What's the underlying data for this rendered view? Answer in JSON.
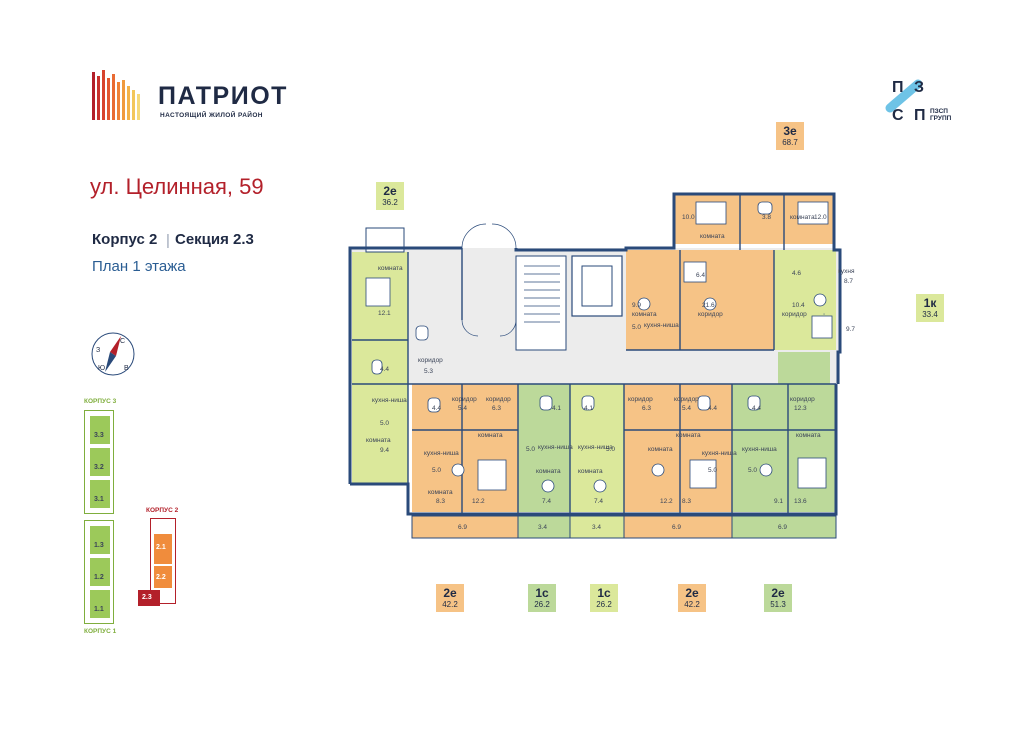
{
  "brand": {
    "name": "ПАТРИОТ",
    "slogan": "НАСТОЯЩИЙ ЖИЛОЙ РАЙОН"
  },
  "developer": {
    "logo_letters": [
      "П",
      "З",
      "С",
      "П"
    ],
    "name_line1": "ПЗСП",
    "name_line2": "ГРУПП"
  },
  "address": "ул. Целинная, 59",
  "building": "Корпус 2",
  "separator": "|",
  "section": "Секция 2.3",
  "floor_plan": "План 1 этажа",
  "compass": {
    "n": "С",
    "s": "Ю",
    "w": "З",
    "e": "В"
  },
  "colors": {
    "orange": "#f6c386",
    "green": "#bcd99a",
    "lime": "#dbe89b",
    "wall": "#2a4a7a",
    "accent_red": "#b3202a"
  },
  "key_map": {
    "korpus3": "КОРПУС 3",
    "korpus2": "КОРПУС 2",
    "korpus1": "КОРПУС 1",
    "k3_sections": [
      "3.3",
      "3.2",
      "3.1"
    ],
    "k1_sections": [
      "1.3",
      "1.2",
      "1.1"
    ],
    "k2_sections": [
      "2.1",
      "2.2"
    ],
    "current": "2.3"
  },
  "apartments": [
    {
      "id": "a1",
      "type": "2е",
      "area": "36.2",
      "color": "lime"
    },
    {
      "id": "a2",
      "type": "3е",
      "area": "68.7",
      "color": "orange"
    },
    {
      "id": "a3",
      "type": "1к",
      "area": "33.4",
      "color": "lime"
    },
    {
      "id": "a4",
      "type": "2е",
      "area": "42.2",
      "color": "orange"
    },
    {
      "id": "a5",
      "type": "1с",
      "area": "26.2",
      "color": "green"
    },
    {
      "id": "a6",
      "type": "1с",
      "area": "26.2",
      "color": "lime"
    },
    {
      "id": "a7",
      "type": "2е",
      "area": "42.2",
      "color": "orange"
    },
    {
      "id": "a8",
      "type": "2е",
      "area": "51.3",
      "color": "green"
    }
  ],
  "room_words": {
    "room": "комната",
    "corridor": "коридор",
    "kitchen": "кухня",
    "kitchen_niche": "кухня-ниша"
  },
  "room_values": {
    "r1": "12.1",
    "r2": "4.4",
    "r3": "5.0",
    "r4": "9.4",
    "r5": "5.3",
    "r6": "10.0",
    "r7": "3.8",
    "r8": "12.0",
    "r9": "6.4",
    "r10": "4.6",
    "r11": "8.7",
    "r12": "9.9",
    "r13": "5.0",
    "r14": "21.6",
    "r15": "10.4",
    "r16": "9.7",
    "r17": "4.4",
    "r18": "5.4",
    "r19": "6.3",
    "r20": "4.1",
    "r21": "4.1",
    "r22": "6.3",
    "r23": "5.4",
    "r24": "4.4",
    "r25": "4.4",
    "r26": "12.3",
    "r27": "5.0",
    "r28": "8.3",
    "r29": "12.2",
    "r30": "5.0",
    "r31": "7.4",
    "r32": "5.0",
    "r33": "7.4",
    "r34": "12.2",
    "r35": "8.3",
    "r36": "5.0",
    "r37": "5.0",
    "r38": "9.1",
    "r39": "13.6",
    "b1": "6.9",
    "b2": "3.4",
    "b3": "3.4",
    "b4": "6.9",
    "b5": "6.9"
  }
}
